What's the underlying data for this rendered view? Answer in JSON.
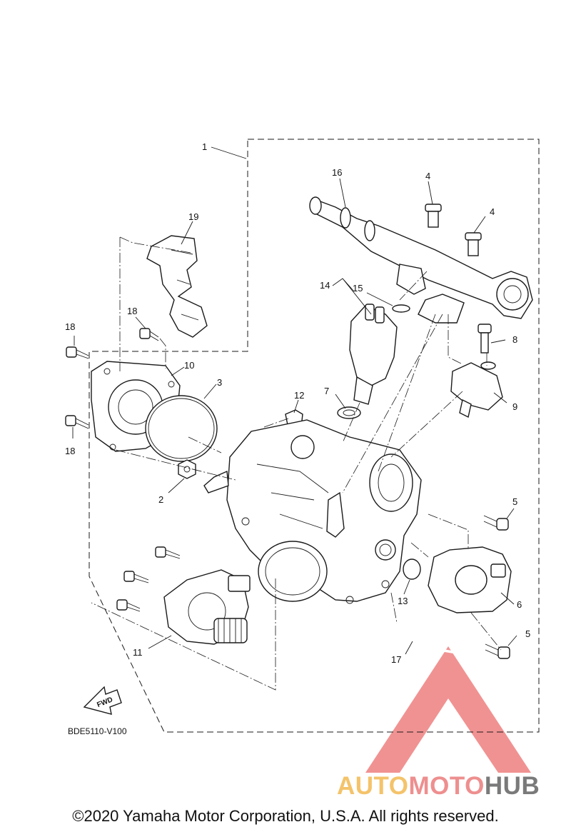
{
  "diagram": {
    "callouts": [
      {
        "id": "c1",
        "text": "1"
      },
      {
        "id": "c2",
        "text": "2"
      },
      {
        "id": "c3",
        "text": "3"
      },
      {
        "id": "c4a",
        "text": "4"
      },
      {
        "id": "c4b",
        "text": "4"
      },
      {
        "id": "c5a",
        "text": "5"
      },
      {
        "id": "c5b",
        "text": "5"
      },
      {
        "id": "c6",
        "text": "6"
      },
      {
        "id": "c7",
        "text": "7"
      },
      {
        "id": "c8",
        "text": "8"
      },
      {
        "id": "c9",
        "text": "9"
      },
      {
        "id": "c10",
        "text": "10"
      },
      {
        "id": "c11",
        "text": "11"
      },
      {
        "id": "c12",
        "text": "12"
      },
      {
        "id": "c13",
        "text": "13"
      },
      {
        "id": "c14",
        "text": "14"
      },
      {
        "id": "c15",
        "text": "15"
      },
      {
        "id": "c16",
        "text": "16"
      },
      {
        "id": "c17",
        "text": "17"
      },
      {
        "id": "c18a",
        "text": "18"
      },
      {
        "id": "c18b",
        "text": "18"
      },
      {
        "id": "c18c",
        "text": "18"
      },
      {
        "id": "c19",
        "text": "19"
      }
    ],
    "diagram_code": "BDE5110-V100",
    "fwd_label": "FWD"
  },
  "watermark": {
    "part1": "AUTO",
    "part2": "MOTO",
    "part3": "HUB",
    "colors": {
      "auto": "#f4c36a",
      "moto": "#ee8f8f",
      "hub": "#7a7a7a",
      "logo": "#ef7f7f"
    }
  },
  "footer": {
    "copyright": "©2020 Yamaha Motor Corporation, U.S.A. All rights reserved."
  }
}
